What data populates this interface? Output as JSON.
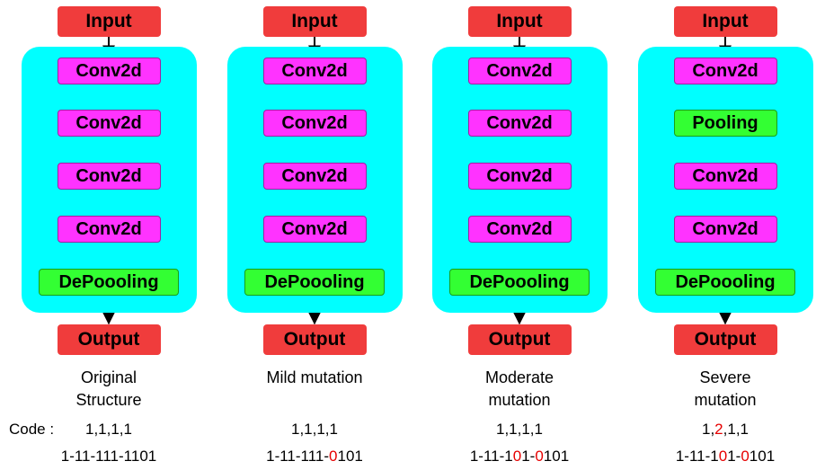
{
  "colors": {
    "panel": "#00ffff",
    "io_box": "#f03c3c",
    "conv_box": "#ff33ff",
    "pool_box": "#33ff33",
    "mutation": "#e60000"
  },
  "code_label": "Code :",
  "columns": [
    {
      "input": "Input",
      "blocks": [
        {
          "label": "Conv2d",
          "kind": "conv"
        },
        {
          "label": "Conv2d",
          "kind": "conv"
        },
        {
          "label": "Conv2d",
          "kind": "conv"
        },
        {
          "label": "Conv2d",
          "kind": "conv"
        },
        {
          "label": "DePoooling",
          "kind": "pool"
        }
      ],
      "output": "Output",
      "caption_lines": [
        "Original",
        "Structure"
      ],
      "code_line1": [
        {
          "t": "1,1,1,1"
        }
      ],
      "code_line2": [
        {
          "t": "1-11-111-1101"
        }
      ],
      "connections": "1-11-111-1101"
    },
    {
      "input": "Input",
      "blocks": [
        {
          "label": "Conv2d",
          "kind": "conv"
        },
        {
          "label": "Conv2d",
          "kind": "conv"
        },
        {
          "label": "Conv2d",
          "kind": "conv"
        },
        {
          "label": "Conv2d",
          "kind": "conv"
        },
        {
          "label": "DePoooling",
          "kind": "pool"
        }
      ],
      "output": "Output",
      "caption_lines": [
        "Mild mutation"
      ],
      "code_line1": [
        {
          "t": "1,1,1,1"
        }
      ],
      "code_line2": [
        {
          "t": "1-11-111-"
        },
        {
          "t": "0",
          "mut": true
        },
        {
          "t": "101"
        }
      ],
      "connections": "1-11-111-0101"
    },
    {
      "input": "Input",
      "blocks": [
        {
          "label": "Conv2d",
          "kind": "conv"
        },
        {
          "label": "Conv2d",
          "kind": "conv"
        },
        {
          "label": "Conv2d",
          "kind": "conv"
        },
        {
          "label": "Conv2d",
          "kind": "conv"
        },
        {
          "label": "DePoooling",
          "kind": "pool"
        }
      ],
      "output": "Output",
      "caption_lines": [
        "Moderate",
        "mutation"
      ],
      "code_line1": [
        {
          "t": "1,1,1,1"
        }
      ],
      "code_line2": [
        {
          "t": "1-11-1"
        },
        {
          "t": "0",
          "mut": true
        },
        {
          "t": "1-"
        },
        {
          "t": "0",
          "mut": true
        },
        {
          "t": "101"
        }
      ],
      "connections": "1-11-101-0101"
    },
    {
      "input": "Input",
      "blocks": [
        {
          "label": "Conv2d",
          "kind": "conv"
        },
        {
          "label": "Pooling",
          "kind": "pool"
        },
        {
          "label": "Conv2d",
          "kind": "conv"
        },
        {
          "label": "Conv2d",
          "kind": "conv"
        },
        {
          "label": "DePoooling",
          "kind": "pool"
        }
      ],
      "output": "Output",
      "caption_lines": [
        "Severe",
        "mutation"
      ],
      "code_line1": [
        {
          "t": "1,"
        },
        {
          "t": "2",
          "mut": true
        },
        {
          "t": ",1,1"
        }
      ],
      "code_line2": [
        {
          "t": "1-11-1"
        },
        {
          "t": "0",
          "mut": true
        },
        {
          "t": "1-"
        },
        {
          "t": "0",
          "mut": true
        },
        {
          "t": "101"
        }
      ],
      "connections": "1-11-101-0101"
    }
  ]
}
